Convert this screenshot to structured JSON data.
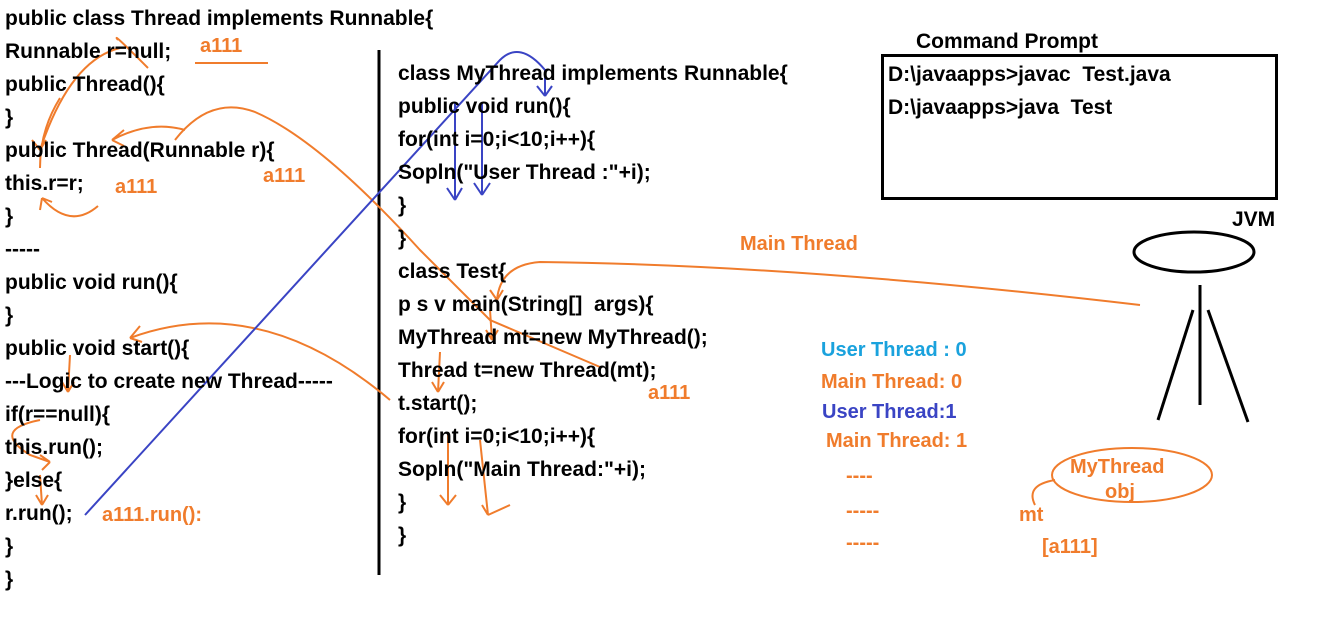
{
  "left_code": [
    "public class Thread implements Runnable{",
    "Runnable r=null;",
    "public Thread(){",
    "}",
    "public Thread(Runnable r){",
    "this.r=r;",
    "}",
    "-----",
    "public void run(){",
    "}",
    "public void start(){",
    "---Logic to create new Thread-----",
    "if(r==null){",
    "this.run();",
    "}else{",
    "r.run();",
    "}",
    "}"
  ],
  "middle_code": [
    "class MyThread implements Runnable{",
    "public void run(){",
    "for(int i=0;i<10;i++){",
    "Sopln(\"User Thread :\"+i);",
    "}",
    "}",
    "class Test{",
    "p s v main(String[]  args){",
    "MyThread mt=new MyThread();",
    "Thread t=new Thread(mt);",
    "t.start();",
    "for(int i=0;i<10;i++){",
    "Sopln(\"Main Thread:\"+i);",
    "}",
    "}"
  ],
  "annotations": {
    "a111_r": "a111",
    "a111_this": "a111",
    "a111_ctor": "a111",
    "a111_run": "a111.run():",
    "a111_mid": "a111"
  },
  "command_prompt": {
    "title": "Command Prompt",
    "lines": [
      "D:\\javaapps>javac  Test.java",
      "D:\\javaapps>java  Test"
    ]
  },
  "jvm_label": "JVM",
  "main_thread_label": "Main Thread",
  "output": [
    {
      "text": "User Thread : 0",
      "color": "#1aa2dd"
    },
    {
      "text": "Main Thread: 0",
      "color": "#f07c2c"
    },
    {
      "text": "User Thread:1",
      "color": "#3a44c4"
    },
    {
      "text": "Main Thread: 1",
      "color": "#f07c2c"
    },
    {
      "text": "----",
      "color": "#f07c2c"
    },
    {
      "text": "-----",
      "color": "#f07c2c"
    },
    {
      "text": "-----",
      "color": "#f07c2c"
    }
  ],
  "heap": {
    "obj_line1": "MyThread",
    "obj_line2": "obj",
    "ref_name": "mt",
    "ref_value": "[a111]"
  },
  "colors": {
    "annotation": "#f07c2c",
    "flow": "#3a44c4",
    "code": "#000000"
  }
}
